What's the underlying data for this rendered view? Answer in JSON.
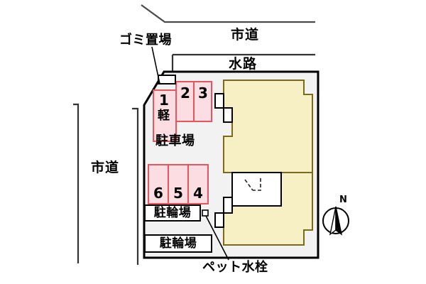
{
  "map": {
    "title_alt": "property-site-plan",
    "colors": {
      "site_fill": "#f2f2f2",
      "building_fill": "#f7f0c4",
      "building_stroke": "#7a6a20",
      "stall_fill": "#fbdde2",
      "stall_stroke": "#e8555f",
      "line": "#000000",
      "road_line": "#4a4a4a"
    },
    "roads": [
      {
        "name": "road-top",
        "label": "市道"
      },
      {
        "name": "road-left",
        "label": "市道"
      }
    ],
    "waterway": {
      "label": "水路"
    },
    "areas": [
      {
        "name": "parking-lot",
        "label": "駐車場"
      }
    ],
    "annotations": [
      {
        "name": "garbage-station",
        "label": "ゴミ置場"
      },
      {
        "name": "pet-faucet",
        "label": "ペット水栓"
      }
    ],
    "bicycle_parking": [
      {
        "label": "駐輪場"
      },
      {
        "label": "駐輪場"
      }
    ],
    "parking_stalls_upper": [
      {
        "number": "1",
        "type": "軽"
      },
      {
        "number": "2",
        "type": ""
      },
      {
        "number": "3",
        "type": ""
      }
    ],
    "parking_stalls_lower": [
      {
        "number": "6",
        "type": ""
      },
      {
        "number": "5",
        "type": ""
      },
      {
        "number": "4",
        "type": ""
      }
    ],
    "compass": {
      "label": "N",
      "name": "north-arrow"
    }
  }
}
